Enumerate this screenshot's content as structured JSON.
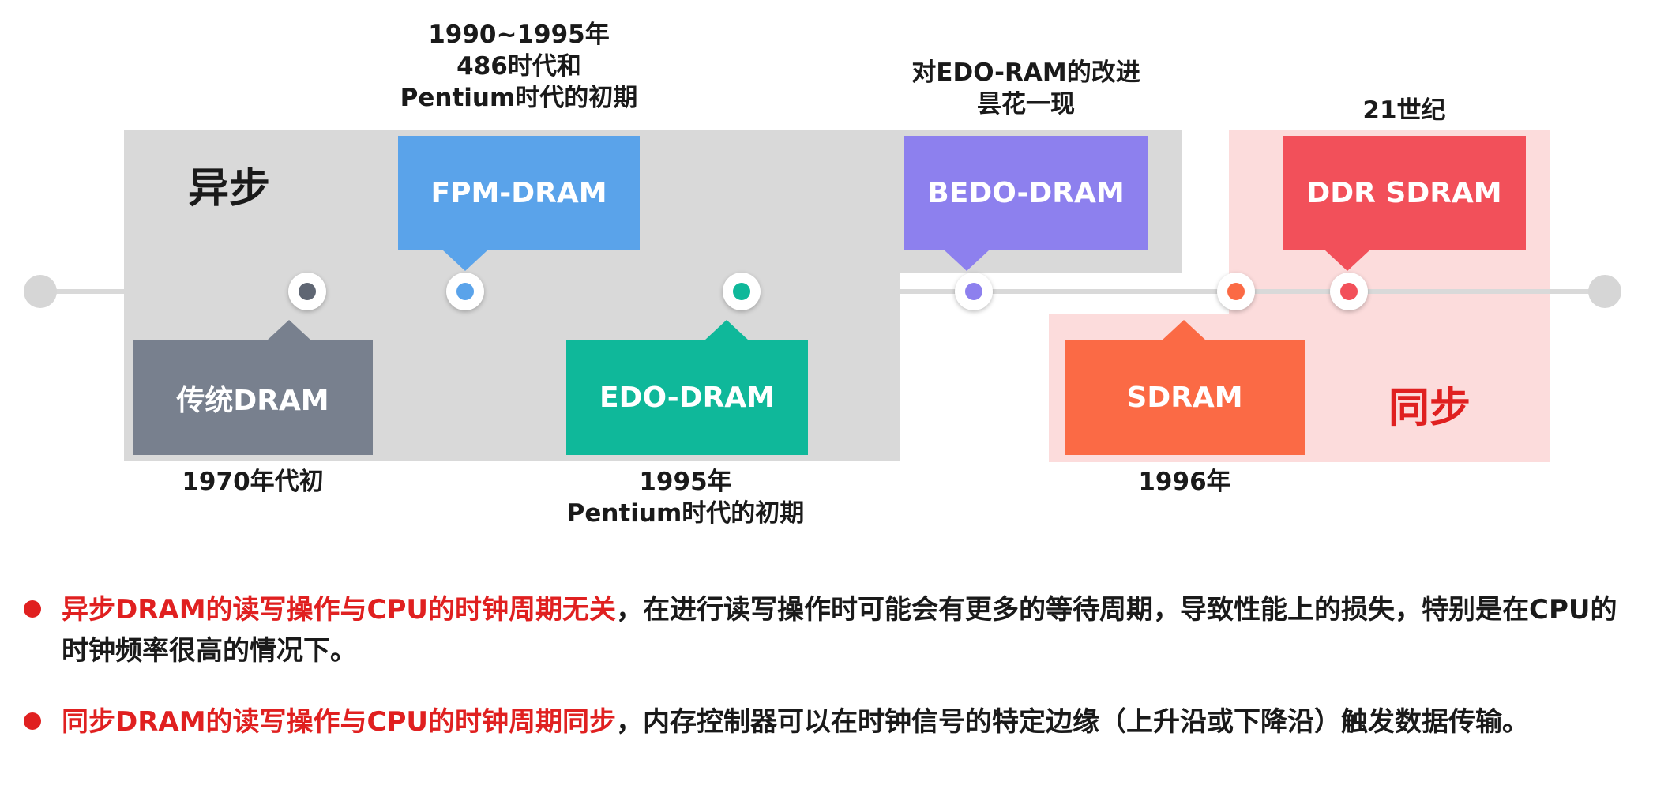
{
  "regions": {
    "async_title": "异步",
    "sync_title": "同步"
  },
  "nodes": [
    {
      "id": "traditional",
      "label": "传统DRAM",
      "color": "#78808e",
      "date_lines": [
        "1970年代初"
      ]
    },
    {
      "id": "fpm",
      "label": "FPM-DRAM",
      "color": "#5aa3ea",
      "date_lines": [
        "1990~1995年",
        "486时代和",
        "Pentium时代的初期"
      ]
    },
    {
      "id": "edo",
      "label": "EDO-DRAM",
      "color": "#0fb89a",
      "date_lines": [
        "1995年",
        "Pentium时代的初期"
      ]
    },
    {
      "id": "bedo",
      "label": "BEDO-DRAM",
      "color": "#8d80ee",
      "date_lines": [
        "对EDO-RAM的改进",
        "昙花一现"
      ]
    },
    {
      "id": "sdram",
      "label": "SDRAM",
      "color": "#fb6a45",
      "date_lines": [
        "1996年"
      ]
    },
    {
      "id": "ddr",
      "label": "DDR SDRAM",
      "color": "#f2505a",
      "date_lines": [
        "21世纪"
      ]
    }
  ],
  "colors": {
    "async_region": "#d9d9d9",
    "sync_region": "#fcdcdc",
    "accent_red": "#e02020"
  },
  "bullets": [
    {
      "highlight": "异步DRAM的读写操作与CPU的时钟周期无关",
      "rest": "，在进行读写操作时可能会有更多的等待周期，导致性能上的损失，特别是在CPU的时钟频率很高的情况下。"
    },
    {
      "highlight": "同步DRAM的读写操作与CPU的时钟周期同步",
      "rest": "，内存控制器可以在时钟信号的特定边缘（上升沿或下降沿）触发数据传输。"
    }
  ]
}
